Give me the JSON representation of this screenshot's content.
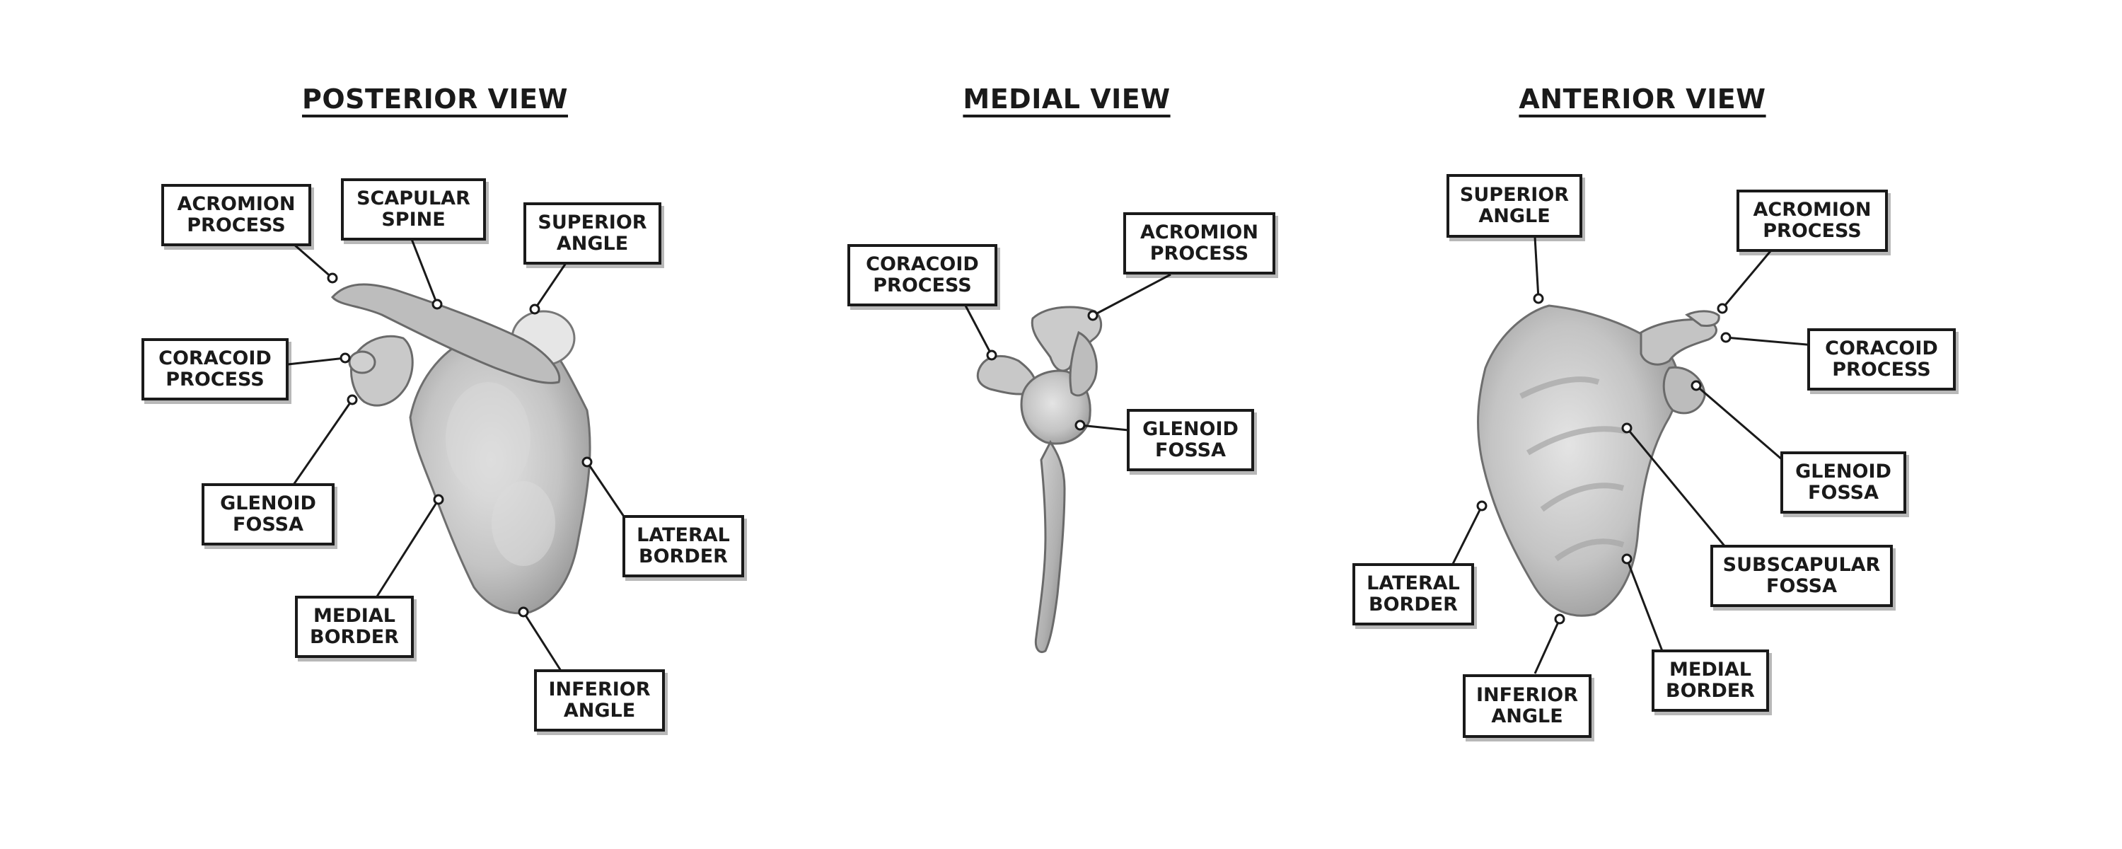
{
  "views": {
    "posterior": {
      "title": "POSTERIOR VIEW",
      "labels": {
        "acromion_process": "ACROMION\nPROCESS",
        "scapular_spine": "SCAPULAR\nSPINE",
        "superior_angle": "SUPERIOR\nANGLE",
        "coracoid_process": "CORACOID\nPROCESS",
        "glenoid_fossa": "GLENOID\nFOSSA",
        "lateral_border": "LATERAL\nBORDER",
        "medial_border": "MEDIAL\nBORDER",
        "inferior_angle": "INFERIOR\nANGLE"
      }
    },
    "medial": {
      "title": "MEDIAL VIEW",
      "labels": {
        "coracoid_process": "CORACOID\nPROCESS",
        "acromion_process": "ACROMION\nPROCESS",
        "glenoid_fossa": "GLENOID\nFOSSA"
      }
    },
    "anterior": {
      "title": "ANTERIOR VIEW",
      "labels": {
        "superior_angle": "SUPERIOR\nANGLE",
        "acromion_process": "ACROMION\nPROCESS",
        "coracoid_process": "CORACOID\nPROCESS",
        "glenoid_fossa": "GLENOID\nFOSSA",
        "subscapular_fossa": "SUBSCAPULAR\nFOSSA",
        "lateral_border": "LATERAL\nBORDER",
        "medial_border": "MEDIAL\nBORDER",
        "inferior_angle": "INFERIOR\nANGLE"
      }
    }
  },
  "colors": {
    "ink": "#1a1a1a",
    "bone_light": "#d9d9d9",
    "bone_mid": "#b3b3b3",
    "bone_dark": "#7a7a7a"
  }
}
